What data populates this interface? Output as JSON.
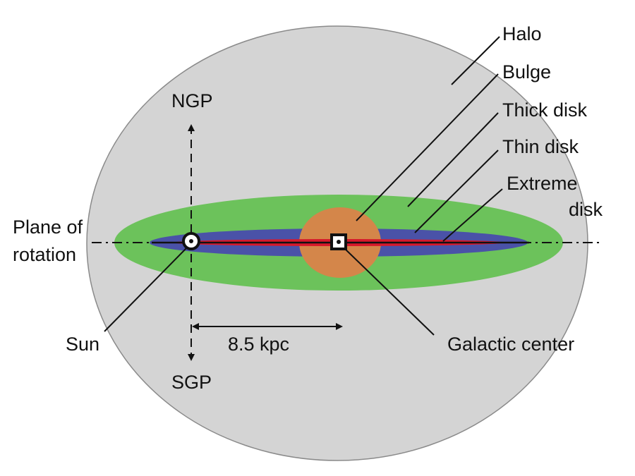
{
  "colors": {
    "halo": "#d4d4d4",
    "thick_disk": "#6cc25b",
    "thin_disk": "#4a52a8",
    "extreme_disk": "#d6192b",
    "bulge": "#d4864a",
    "line": "#111111"
  },
  "labels": {
    "halo": "Halo",
    "bulge": "Bulge",
    "thick_disk": "Thick disk",
    "thin_disk": "Thin disk",
    "extreme_disk_1": "Extreme",
    "extreme_disk_2": "disk",
    "plane_1": "Plane of",
    "plane_2": "rotation",
    "ngp": "NGP",
    "sgp": "SGP",
    "sun": "Sun",
    "distance": "8.5 kpc",
    "galactic_center": "Galactic center"
  },
  "icons": {
    "sun": "circled-dot-icon",
    "galactic_center": "boxed-dot-icon"
  }
}
